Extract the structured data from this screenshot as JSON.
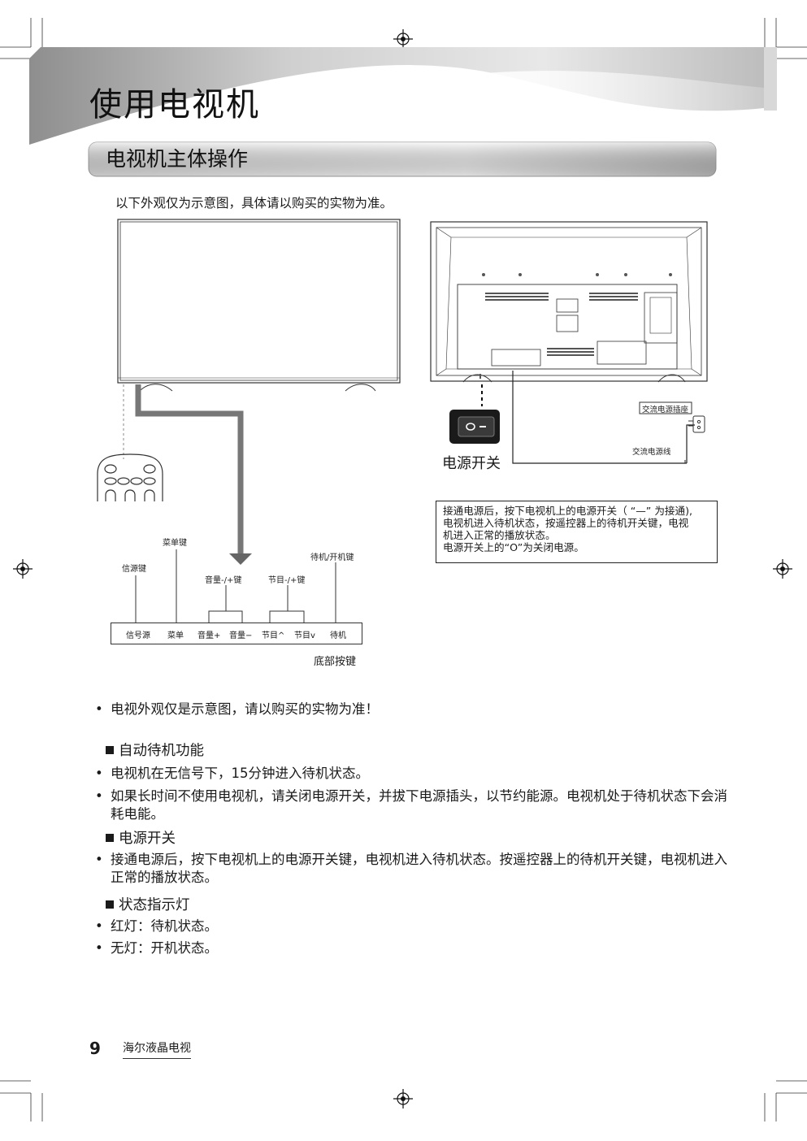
{
  "page_title": "使用电视机",
  "section_title": "电视机主体操作",
  "intro_text": "以下外观仅为示意图，具体请以购买的实物为准。",
  "diagram": {
    "key_group_labels": {
      "menu": "菜单键",
      "source": "信源键",
      "volume": "音量-/+键",
      "channel": "节目-/+键",
      "standby": "待机/开机键"
    },
    "bottom_keys": [
      "信号源",
      "菜单",
      "音量+",
      "音量−",
      "节目^",
      "节目v",
      "待机"
    ],
    "bottom_keys_caption": "底部按键",
    "ac_socket_label": "交流电源插座",
    "ac_cord_label": "交流电源线",
    "power_switch_label": "电源开关",
    "power_note": [
      "接通电源后，按下电视机上的电源开关（ “—” 为接通),",
      "电视机进入待机状态，按遥控器上的待机开关键，电视",
      "机进入正常的播放状态。",
      "电源开关上的“O”为关闭电源。"
    ]
  },
  "notes": {
    "appearance_note": "电视外观仅是示意图，请以购买的实物为准！",
    "auto_standby": {
      "heading": "自动待机功能",
      "items": [
        "电视机在无信号下，15分钟进入待机状态。",
        "如果长时间不使用电视机，请关闭电源开关，并拔下电源插头，以节约能源。电视机处于待机状态下会消耗电能。"
      ]
    },
    "power_switch": {
      "heading": "电源开关",
      "items": [
        "接通电源后，按下电视机上的电源开关键，电视机进入待机状态。按遥控器上的待机开关键，电视机进入正常的播放状态。"
      ]
    },
    "status_light": {
      "heading": "状态指示灯",
      "items": [
        "红灯：待机状态。",
        "无灯：开机状态。"
      ]
    }
  },
  "footer": {
    "page_number": "9",
    "brand": "海尔液晶电视"
  }
}
